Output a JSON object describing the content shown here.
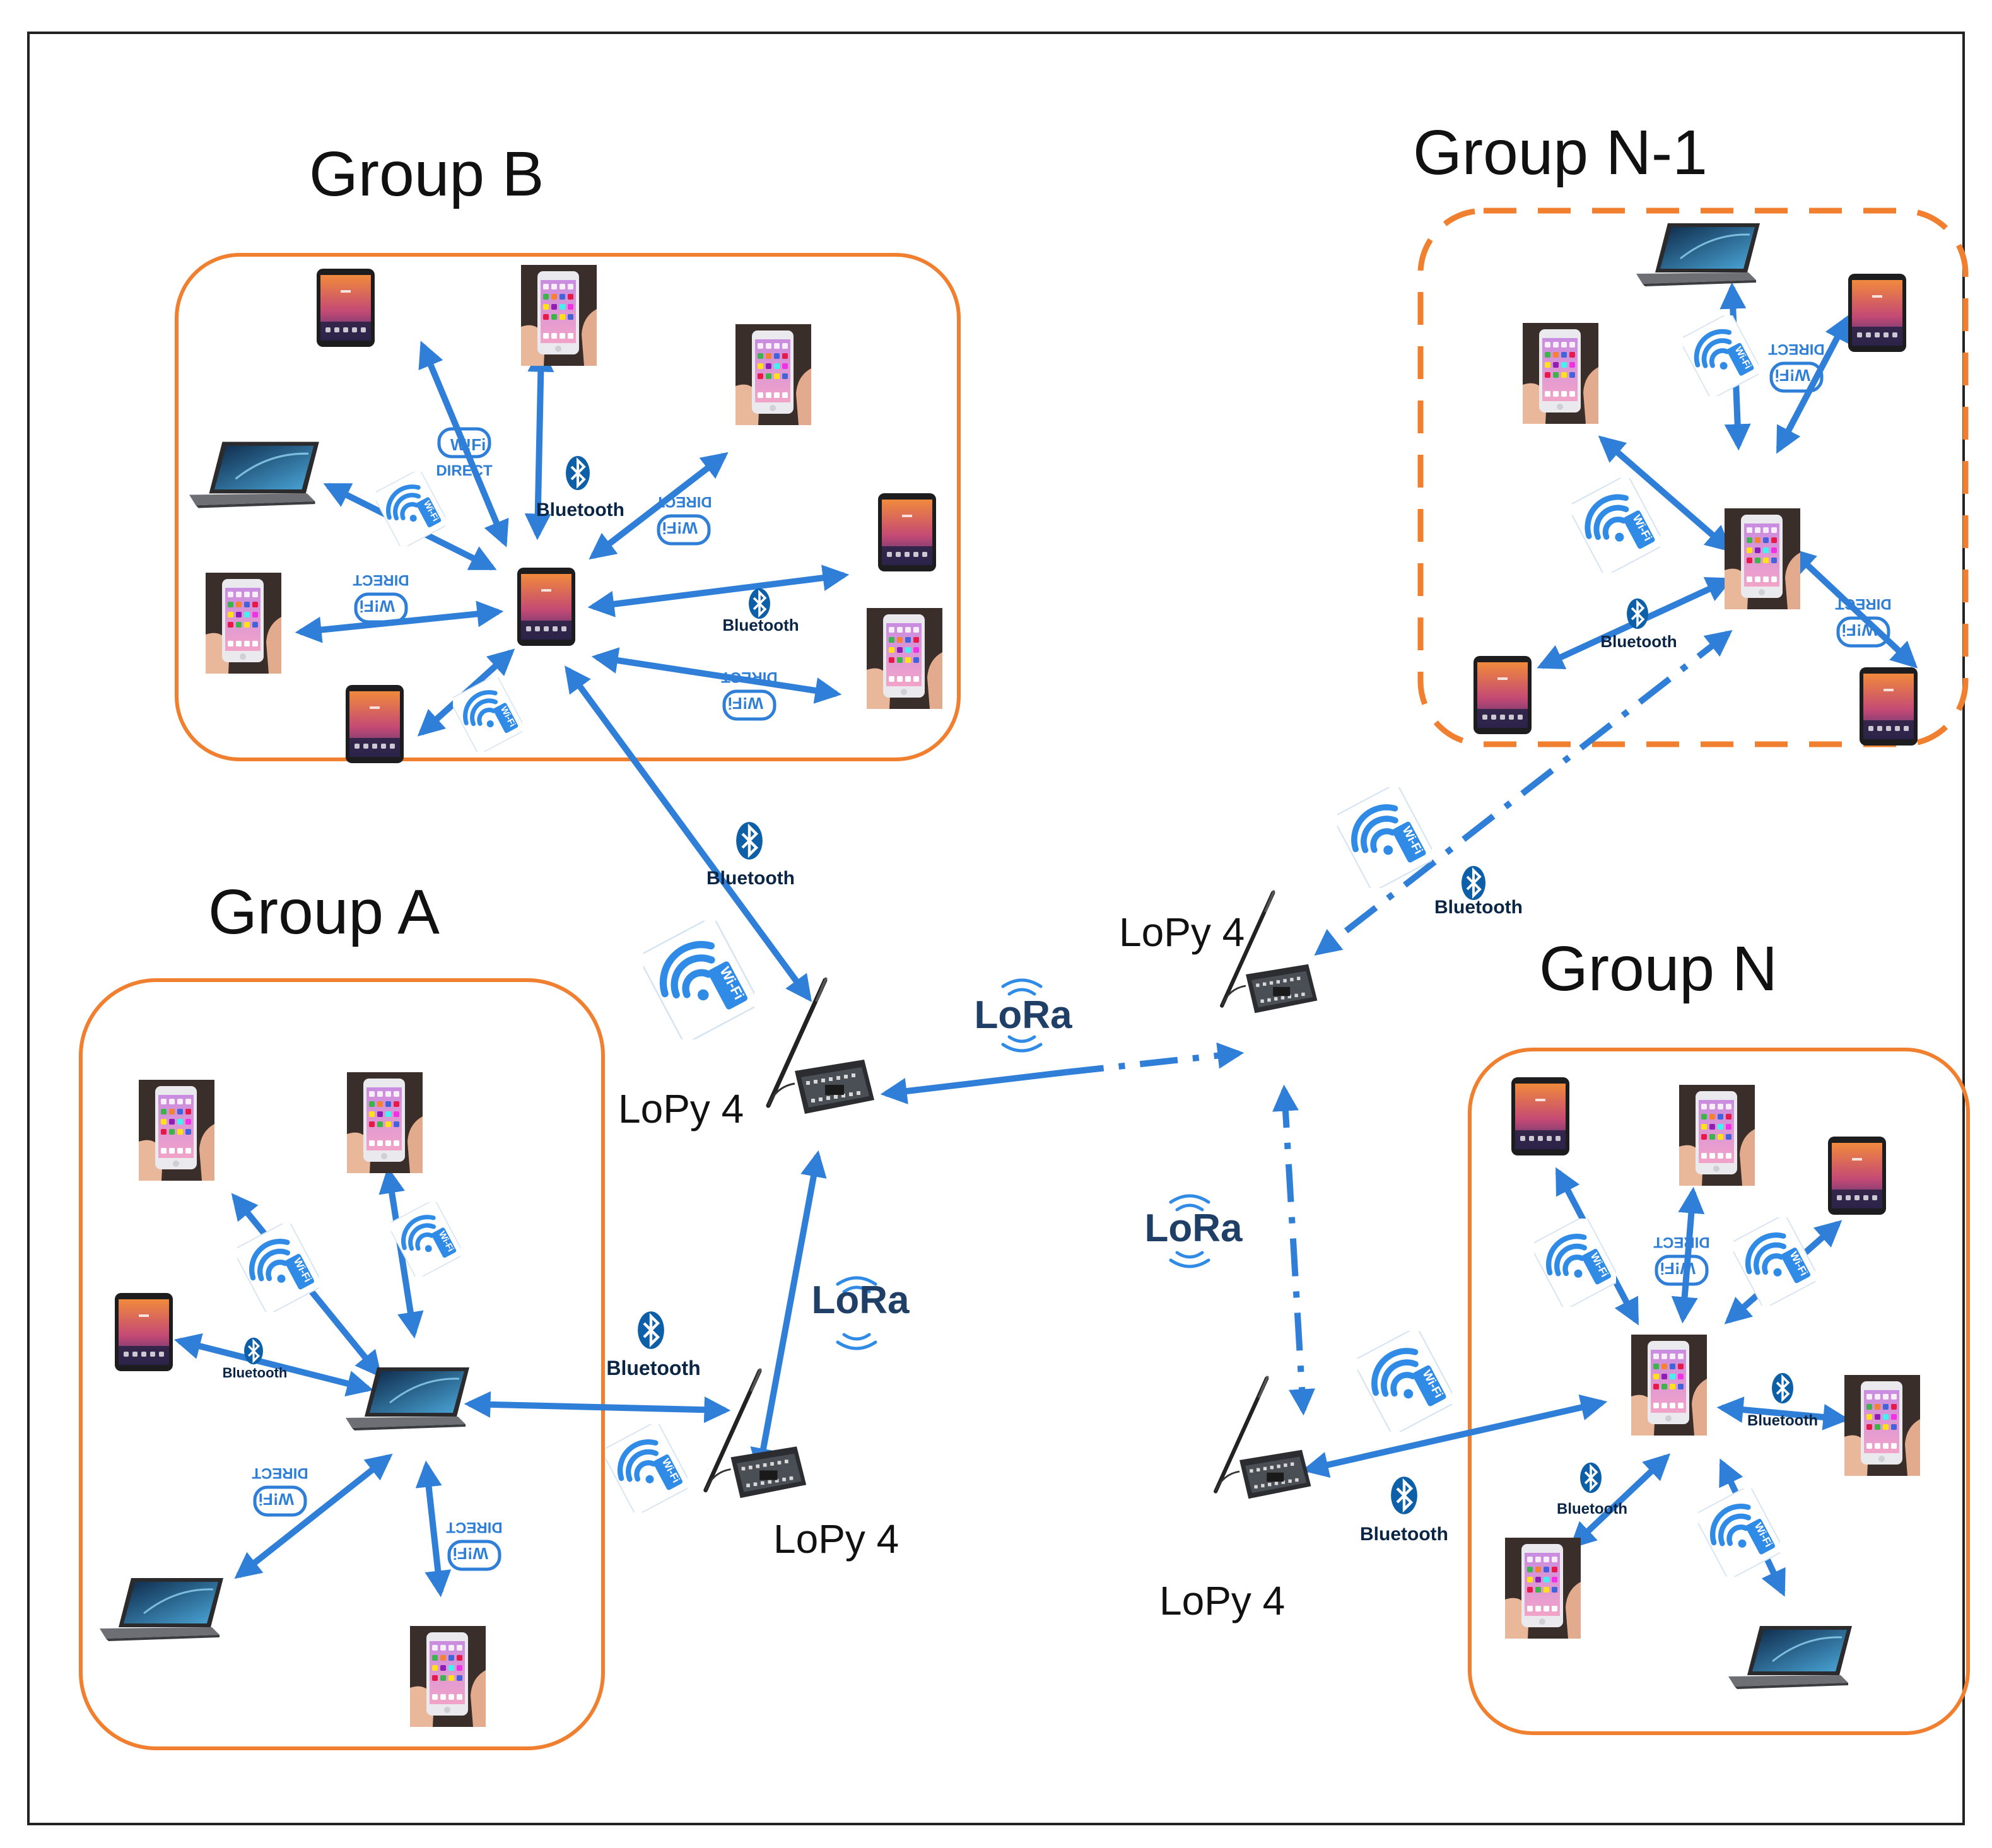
{
  "colors": {
    "link": "#2f7fd8",
    "group_border": "#f07f2f",
    "frame": "#222222",
    "bluetooth": "#0d5fa8",
    "wifi": "#2f8be6"
  },
  "groups": [
    {
      "id": "group-b",
      "title": "Group B",
      "border": "solid"
    },
    {
      "id": "group-n-1",
      "title": "Group N-1",
      "border": "dashed"
    },
    {
      "id": "group-a",
      "title": "Group A",
      "border": "solid"
    },
    {
      "id": "group-n",
      "title": "Group N",
      "border": "solid"
    }
  ],
  "gateways": {
    "lopy_label": "LoPy 4",
    "count": 4
  },
  "badges": {
    "bluetooth_text": "Bluetooth",
    "lora_text": "LoRa",
    "wifi_direct_text": "DIRECT",
    "wifi_mark": "W!Fi"
  },
  "device_icons": [
    "phone-icon",
    "tablet-icon",
    "laptop-icon",
    "lopy-board-icon"
  ],
  "link_icons": [
    "bluetooth-icon",
    "wifi-icon",
    "wifi-direct-icon",
    "lora-icon"
  ]
}
